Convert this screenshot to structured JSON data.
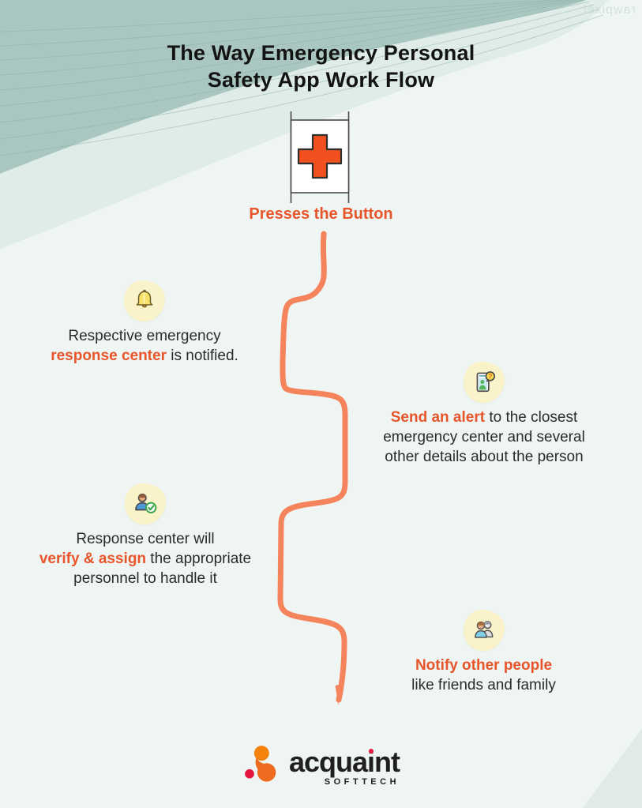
{
  "watermark": {
    "text": "rawpixel"
  },
  "title": {
    "line1": "The Way Emergency Personal",
    "line2": "Safety App Work Flow"
  },
  "trigger": {
    "icon": "emergency-cross-button-icon",
    "label": "Presses the Button"
  },
  "steps": [
    {
      "id": "response-center-notified",
      "side": "left",
      "icon": "bell-icon",
      "lines": [
        {
          "segments": [
            {
              "text": "Respective emergency",
              "highlight": false
            }
          ]
        },
        {
          "segments": [
            {
              "text": "response center",
              "highlight": true
            },
            {
              "text": " is notified.",
              "highlight": false
            }
          ]
        }
      ]
    },
    {
      "id": "send-alert",
      "side": "right",
      "icon": "alert-phone-icon",
      "lines": [
        {
          "segments": [
            {
              "text": "Send an alert",
              "highlight": true
            },
            {
              "text": " to the closest",
              "highlight": false
            }
          ]
        },
        {
          "segments": [
            {
              "text": "emergency center and several",
              "highlight": false
            }
          ]
        },
        {
          "segments": [
            {
              "text": "other details about the person",
              "highlight": false
            }
          ]
        }
      ]
    },
    {
      "id": "verify-assign",
      "side": "left",
      "icon": "verify-person-icon",
      "lines": [
        {
          "segments": [
            {
              "text": "Response center will",
              "highlight": false
            }
          ]
        },
        {
          "segments": [
            {
              "text": "verify & assign",
              "highlight": true
            },
            {
              "text": " the appropriate",
              "highlight": false
            }
          ]
        },
        {
          "segments": [
            {
              "text": "personnel to handle it",
              "highlight": false
            }
          ]
        }
      ]
    },
    {
      "id": "notify-others",
      "side": "right",
      "icon": "people-icon",
      "lines": [
        {
          "segments": [
            {
              "text": "Notify other people",
              "highlight": true
            }
          ]
        },
        {
          "segments": [
            {
              "text": "like friends and family",
              "highlight": false
            }
          ]
        }
      ]
    }
  ],
  "logo": {
    "mark_icon": "acquaint-logo-mark",
    "word_pre": "acqua",
    "word_i": "i",
    "word_post": "nt",
    "sub": "SOFTTECH"
  },
  "colors": {
    "accent_orange": "#E8552A",
    "flow_line_salmon": "#F5845C",
    "cross_red": "#F2501F",
    "background_mint": "#EFF5F2",
    "wave_teal": "#A9C6C0",
    "wave_light_band": "#DFECE7",
    "icon_blob_yellow": "#FAF3CA",
    "text_dark": "#2B2B2B",
    "logo_orange": "#F07A17",
    "logo_red": "#E5173F"
  }
}
